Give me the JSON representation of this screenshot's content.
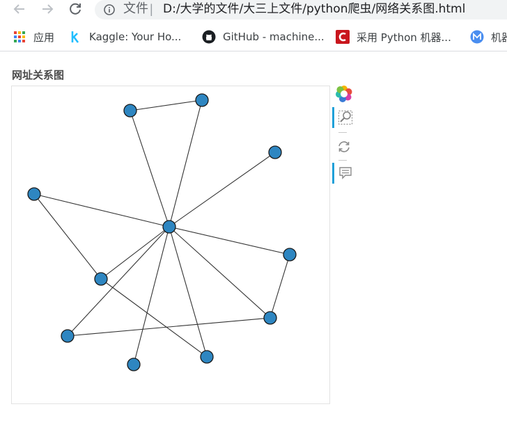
{
  "browser": {
    "scheme_label": "文件",
    "address": "D:/大学的文件/大三上文件/python爬虫/网络关系图.html",
    "bookmarks": [
      {
        "label": "应用",
        "icon": "apps-grid-icon"
      },
      {
        "label": "Kaggle: Your Ho...",
        "icon": "kaggle-icon"
      },
      {
        "label": "GitHub - machine...",
        "icon": "github-icon"
      },
      {
        "label": "采用 Python 机器...",
        "icon": "csdn-icon"
      },
      {
        "label": "机器",
        "icon": "m-icon"
      }
    ]
  },
  "page": {
    "title": "网址关系图"
  },
  "toolbox": [
    {
      "name": "restore-color-icon"
    },
    {
      "name": "zoom-select-icon"
    },
    {
      "name": "refresh-icon"
    },
    {
      "name": "data-view-icon"
    }
  ],
  "graph": {
    "node_color": "#2e86c1",
    "node_stroke": "#1a1a1a",
    "edge_color": "#333333",
    "nodes": [
      "n0",
      "n1",
      "n2",
      "n3",
      "n4",
      "n5",
      "n6",
      "n7",
      "n8",
      "n9",
      "n10",
      "n11"
    ],
    "edges": [
      [
        "n0",
        "n1"
      ],
      [
        "n0",
        "n2"
      ],
      [
        "n0",
        "n3"
      ],
      [
        "n0",
        "n4"
      ],
      [
        "n0",
        "n5"
      ],
      [
        "n0",
        "n6"
      ],
      [
        "n0",
        "n7"
      ],
      [
        "n0",
        "n8"
      ],
      [
        "n0",
        "n9"
      ],
      [
        "n0",
        "n10"
      ],
      [
        "n1",
        "n2"
      ],
      [
        "n4",
        "n6"
      ],
      [
        "n5",
        "n11"
      ],
      [
        "n7",
        "n10"
      ],
      [
        "n6",
        "n9"
      ]
    ]
  }
}
